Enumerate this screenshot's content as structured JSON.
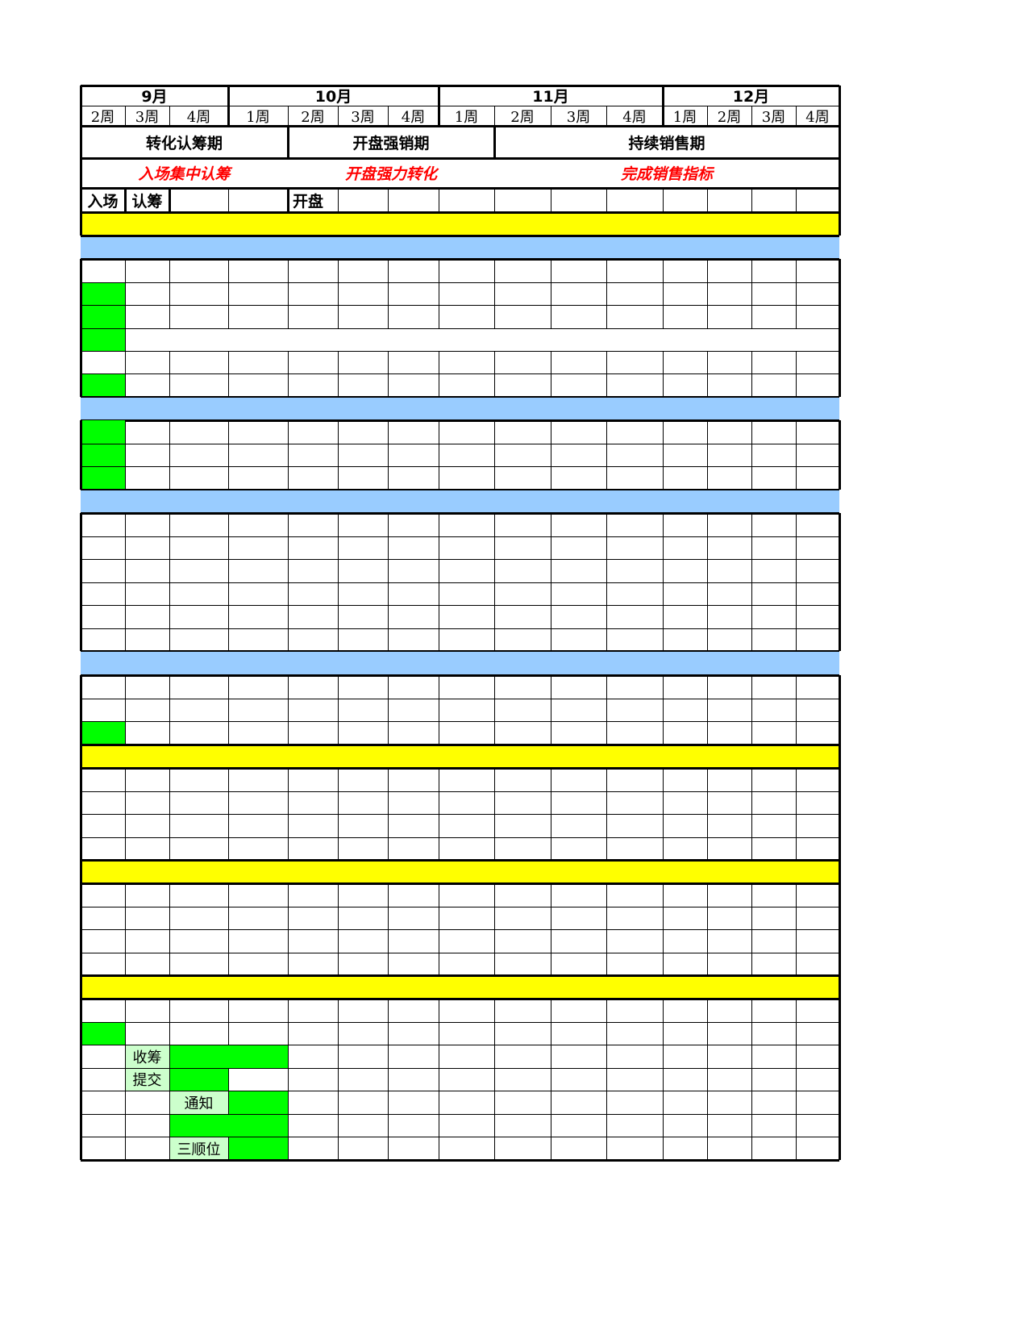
{
  "colors": {
    "section_yellow": "#ffff00",
    "section_blue": "#99ccff",
    "marker_green": "#00ff00",
    "label_green": "#ccffcc",
    "phase_red": "#ff0000",
    "grid": "#000000"
  },
  "months": [
    "9月",
    "10月",
    "11月",
    "12月"
  ],
  "weeks": [
    "2周",
    "3周",
    "4周",
    "1周",
    "2周",
    "3周",
    "4周",
    "1周",
    "2周",
    "3周",
    "4周",
    "1周",
    "2周",
    "3周",
    "4周"
  ],
  "phases": [
    "转化认筹期",
    "开盘强销期",
    "持续销售期"
  ],
  "phase_goals": [
    "入场集中认筹",
    "开盘强力转化",
    "完成销售指标"
  ],
  "milestones": {
    "enter": "入场",
    "subscribe": "认筹",
    "opening": "开盘"
  },
  "schedule_labels": {
    "collect": "收筹",
    "submit": "提交",
    "notify": "通知",
    "third_order": "三顺位"
  }
}
